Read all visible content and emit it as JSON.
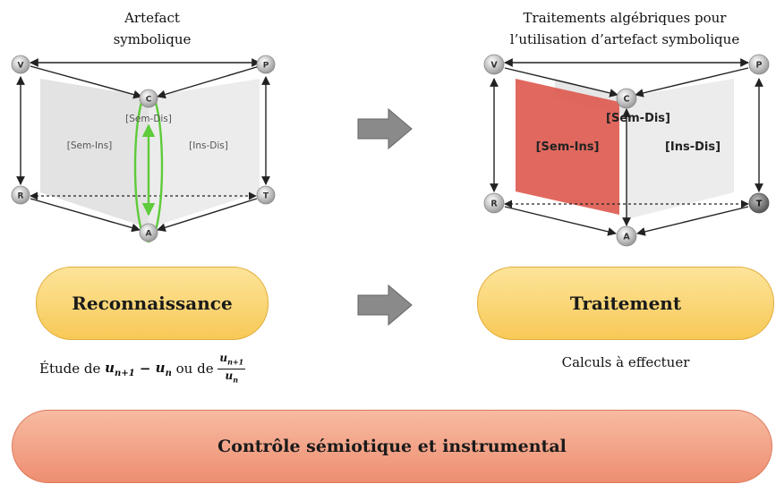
{
  "left_diagram": {
    "title_line1": "Artefact",
    "title_line2": "symbolique",
    "nodes": {
      "v": "V",
      "p": "P",
      "c": "C",
      "r": "R",
      "t": "T",
      "a": "A"
    },
    "labels": {
      "sem_dis": "[Sem-Dis]",
      "sem_ins": "[Sem-Ins]",
      "ins_dis": "[Ins-Dis]"
    }
  },
  "right_diagram": {
    "title_line1": "Traitements algébriques pour",
    "title_line2": "l’utilisation d’artefact symbolique",
    "nodes": {
      "v": "V",
      "p": "P",
      "c": "C",
      "r": "R",
      "t": "T",
      "a": "A"
    },
    "labels": {
      "sem_dis": "[Sem-Dis]",
      "sem_ins": "[Sem-Ins]",
      "ins_dis": "[Ins-Dis]"
    }
  },
  "steps": {
    "recognition": "Reconnaissance",
    "recognition_note": {
      "prefix": "Étude de ",
      "expr": "u",
      "sub1": "n+1",
      "minus": " − ",
      "sub2": "n",
      "middle": " ou de ",
      "num_sub": "n+1",
      "den_sub": "n"
    },
    "treatment": "Traitement",
    "treatment_note": "Calculs à effectuer"
  },
  "control": "Contrôle sémiotique et instrumental",
  "colors": {
    "yellow_pill": "#f7c957",
    "salmon_pill": "#ee8e70",
    "highlight_green": "#5ecb3a",
    "highlight_red": "#dd5b50",
    "arrow_gray": "#8a8a8a"
  }
}
